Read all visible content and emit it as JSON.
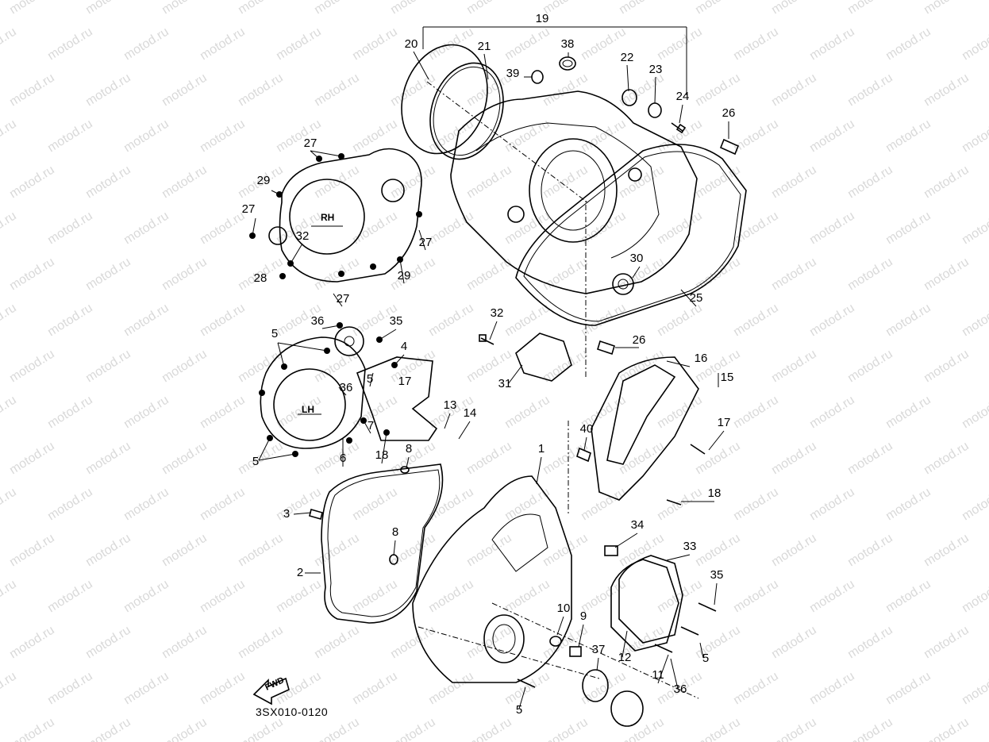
{
  "watermark": "motod.ru",
  "diagram_code": "3SX010-0120",
  "forward_marker": "FWD",
  "cover_marks": {
    "right": "RH",
    "left": "LH"
  },
  "callouts": [
    "19",
    "20",
    "21",
    "38",
    "22",
    "23",
    "39",
    "24",
    "26",
    "27",
    "29",
    "27",
    "32",
    "27",
    "28",
    "29",
    "27",
    "30",
    "25",
    "36",
    "35",
    "5",
    "4",
    "36",
    "5",
    "17",
    "16",
    "15",
    "31",
    "32",
    "26",
    "13",
    "14",
    "7",
    "18",
    "6",
    "5",
    "8",
    "40",
    "17",
    "1",
    "18",
    "3",
    "8",
    "34",
    "33",
    "2",
    "35",
    "10",
    "9",
    "37",
    "5",
    "12",
    "11",
    "36",
    "5"
  ]
}
